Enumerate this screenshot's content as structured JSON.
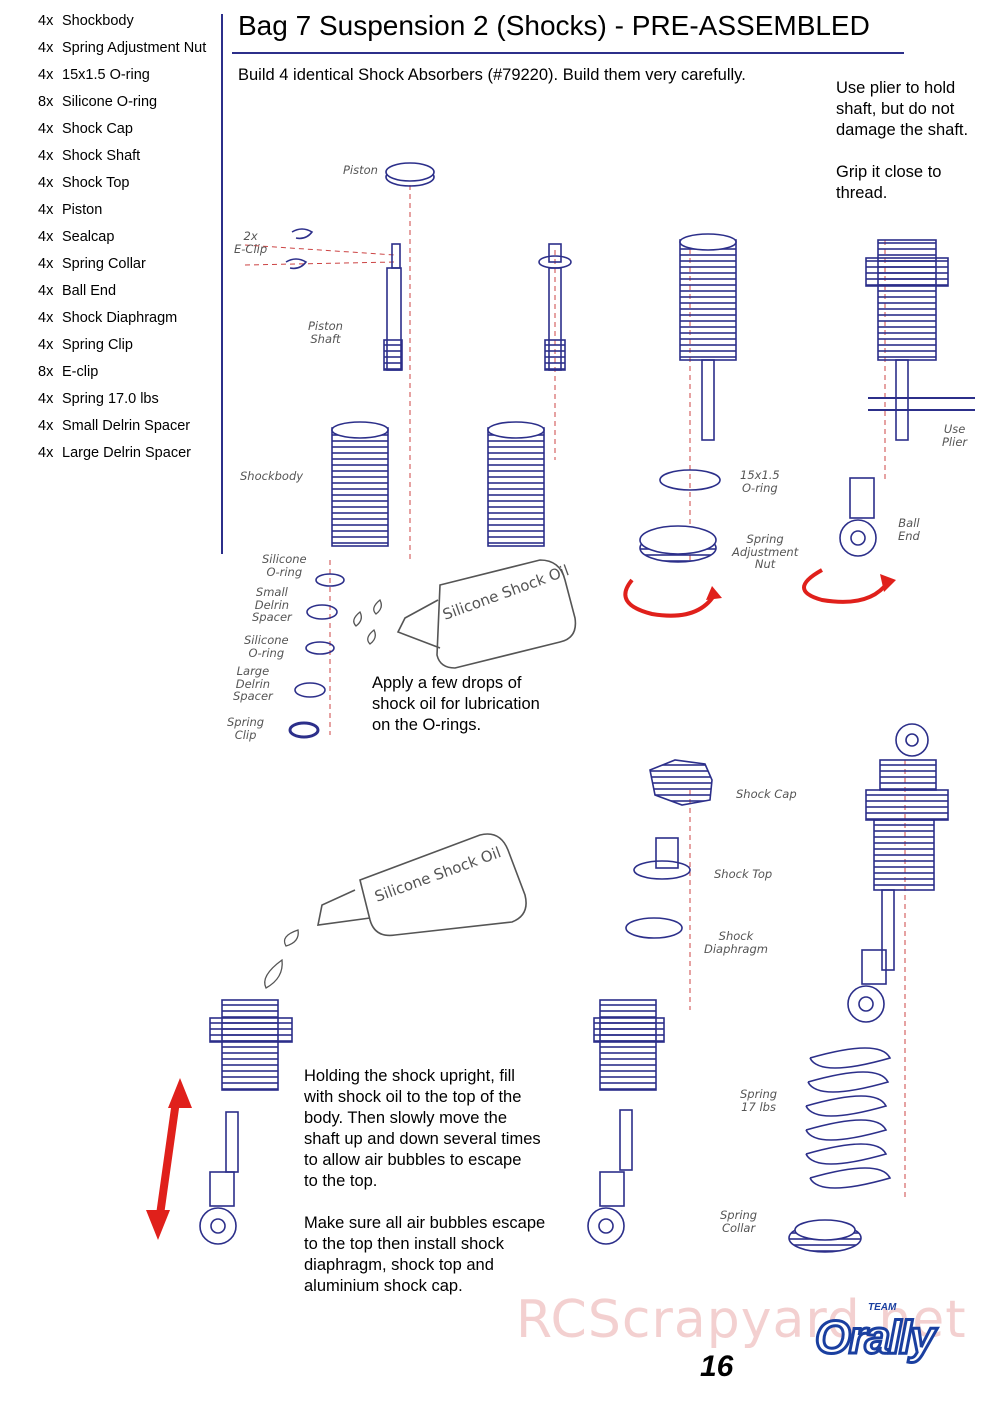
{
  "parts": [
    {
      "qty": "4x",
      "name": "Shockbody"
    },
    {
      "qty": "4x",
      "name": "Spring Adjustment Nut"
    },
    {
      "qty": "4x",
      "name": "15x1.5 O-ring"
    },
    {
      "qty": "8x",
      "name": "Silicone O-ring"
    },
    {
      "qty": "4x",
      "name": "Shock Cap"
    },
    {
      "qty": "4x",
      "name": "Shock Shaft"
    },
    {
      "qty": "4x",
      "name": "Shock Top"
    },
    {
      "qty": "4x",
      "name": "Piston"
    },
    {
      "qty": "4x",
      "name": "Sealcap"
    },
    {
      "qty": "4x",
      "name": "Spring Collar"
    },
    {
      "qty": "4x",
      "name": "Ball End"
    },
    {
      "qty": "4x",
      "name": "Shock Diaphragm"
    },
    {
      "qty": "4x",
      "name": "Spring Clip"
    },
    {
      "qty": "8x",
      "name": "E-clip"
    },
    {
      "qty": "4x",
      "name": "Spring 17.0 lbs"
    },
    {
      "qty": "4x",
      "name": "Small Delrin Spacer"
    },
    {
      "qty": "4x",
      "name": "Large Delrin Spacer"
    }
  ],
  "title": "Bag 7 Suspension 2 (Shocks) - PRE-ASSEMBLED",
  "subtitle": "Build 4 identical Shock Absorbers (#79220). Build them very carefully.",
  "note_plier": "Use plier to hold\nshaft, but do not\ndamage the shaft.\n\nGrip it close to\nthread.",
  "note_oil": "Apply a few drops of\nshock oil for lubrication\non the O-rings.",
  "note_fill": "Holding the shock upright, fill\nwith shock oil to the top of the\nbody. Then slowly move the\nshaft up and down several times\nto allow air bubbles to escape\n to the top.\n\nMake sure all air bubbles escape\nto the top then install shock\ndiaphragm, shock top and\naluminium shock cap.",
  "bottle_label": "Silicone Shock Oil",
  "labels": {
    "piston": "Piston",
    "eclip": "2x\nE-Clip",
    "piston_shaft": "Piston\nShaft",
    "shockbody": "Shockbody",
    "silicone_oring_1": "Silicone\nO-ring",
    "small_delrin": "Small\nDelrin\nSpacer",
    "silicone_oring_2": "Silicone\nO-ring",
    "large_delrin": "Large\nDelrin\nSpacer",
    "spring_clip": "Spring\nClip",
    "oring_15": "15x1.5\nO-ring",
    "spring_adj_nut": "Spring\nAdjustment\nNut",
    "use_plier": "Use\nPlier",
    "ball_end": "Ball\nEnd",
    "shock_cap": "Shock  Cap",
    "shock_top": "Shock  Top",
    "shock_diaphragm": "Shock\nDiaphragm",
    "spring_17": "Spring\n17  lbs",
    "spring_collar": "Spring\nCollar"
  },
  "page_number": "16",
  "watermark": "RCScrapyard.net",
  "logo_team": "TEAM",
  "logo_name": "Orally",
  "colors": {
    "line_art": "#2c2f8a",
    "arrow_red": "#e0201b",
    "rule": "#2c2f8a"
  }
}
